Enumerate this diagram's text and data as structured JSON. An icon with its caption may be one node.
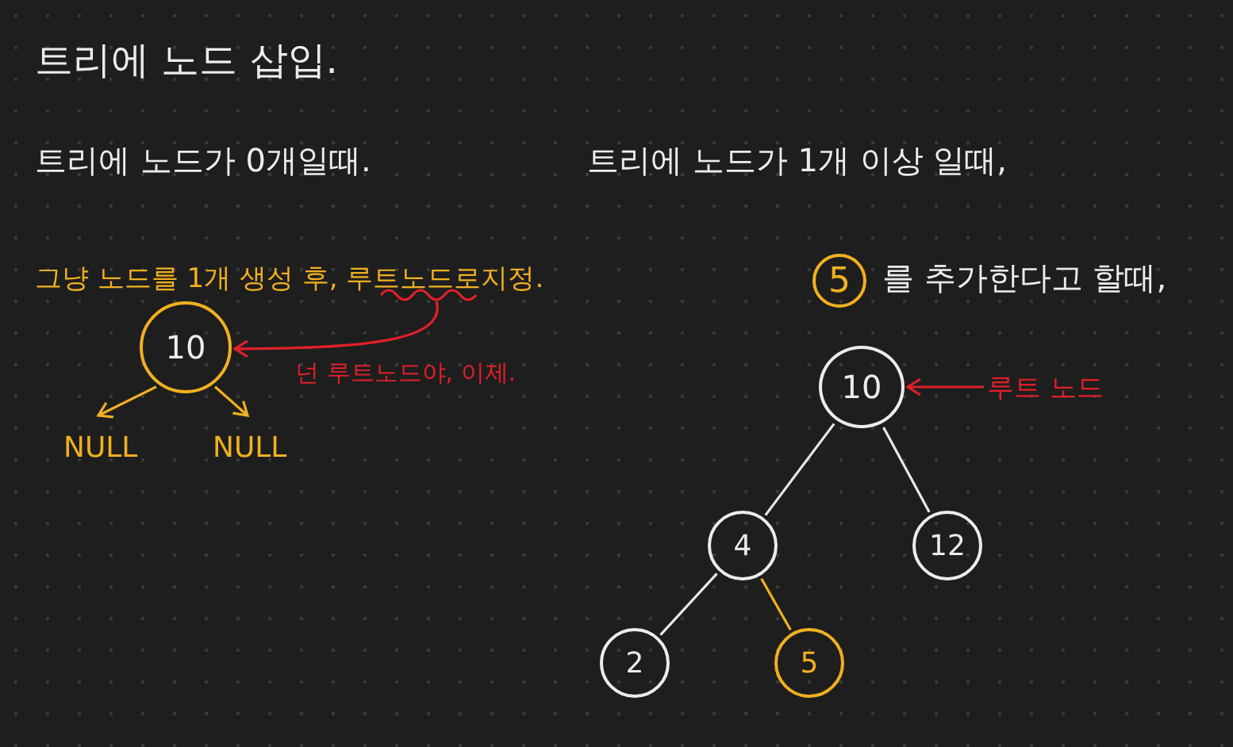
{
  "diagram": {
    "title": "트리에 노드 삽입.",
    "nodes": [
      {
        "text": [
          "그냥 노드를 1개 생성 후, 루트노드로지정."
        ]
      },
      {
        "text": [
          "10"
        ]
      },
      {
        "text": [
          "NULL"
        ]
      },
      {
        "text": [
          "NULL"
        ]
      },
      {
        "text": [
          "5"
        ],
        "beside": [
          "를 추가한다고 할때,"
        ]
      },
      {
        "text": [
          "10"
        ]
      },
      {
        "text": [
          "루트 노드"
        ]
      },
      {
        "text": [
          "4"
        ]
      },
      {
        "text": [
          "12"
        ]
      },
      {
        "text": [
          "2"
        ]
      },
      {
        "text": [
          "5"
        ]
      }
    ],
    "edges": [
      {
        "from": 0,
        "to": 1,
        "arrow": "to",
        "label": "넌 루트노드야, 이제.",
        "color": "#e0202a"
      },
      {
        "from": 1,
        "to": 2,
        "arrow": "to",
        "color": "#f0b020"
      },
      {
        "from": 1,
        "to": 3,
        "arrow": "to",
        "color": "#f0b020"
      },
      {
        "from": 6,
        "to": 5,
        "arrow": "to",
        "color": "#e0202a"
      },
      {
        "from": 5,
        "to": 7,
        "arrow": "none",
        "color": "#e8e8e8"
      },
      {
        "from": 5,
        "to": 8,
        "arrow": "none",
        "color": "#e8e8e8"
      },
      {
        "from": 7,
        "to": 9,
        "arrow": "none",
        "color": "#e8e8e8"
      },
      {
        "from": 7,
        "to": 10,
        "arrow": "none",
        "color": "#f0b020"
      }
    ],
    "labels": [
      "트리에 노드가 0개일때.",
      "트리에 노드가 1개 이상 일때,"
    ]
  }
}
